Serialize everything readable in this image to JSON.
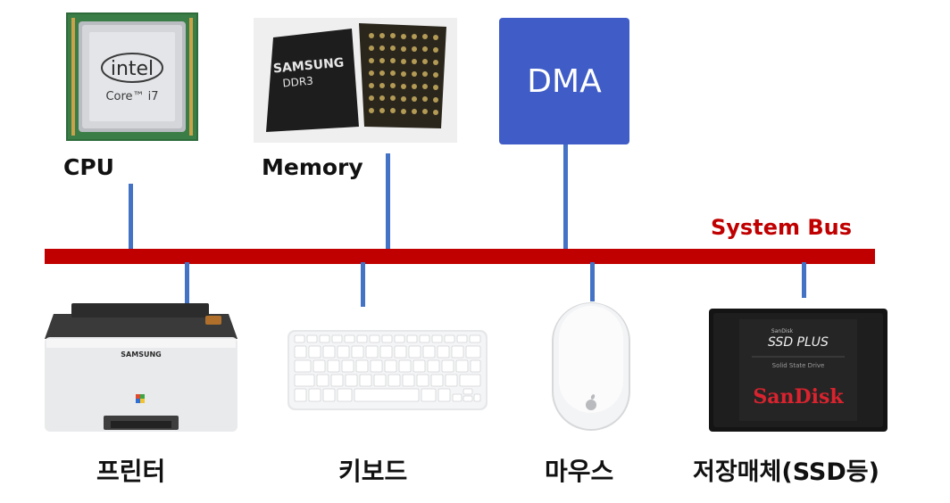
{
  "bus": {
    "label": "System Bus",
    "color": "#c00000"
  },
  "wire_color": "#4472c4",
  "top_devices": {
    "cpu": {
      "label": "CPU",
      "chip_brand": "intel",
      "chip_model": "Core™ i7"
    },
    "memory": {
      "label": "Memory",
      "chip_brand": "SAMSUNG",
      "chip_model": "DDR3"
    },
    "dma": {
      "label": "DMA",
      "color": "#3f5cc7"
    }
  },
  "bottom_devices": {
    "printer": {
      "label": "프린터",
      "brand": "SAMSUNG"
    },
    "keyboard": {
      "label": "키보드"
    },
    "mouse": {
      "label": "마우스"
    },
    "storage": {
      "label": "저장매체(SSD등)",
      "brand_small": "SanDisk",
      "product": "SSD PLUS",
      "subtitle": "Solid State Drive",
      "brand_large": "SanDisk"
    }
  }
}
